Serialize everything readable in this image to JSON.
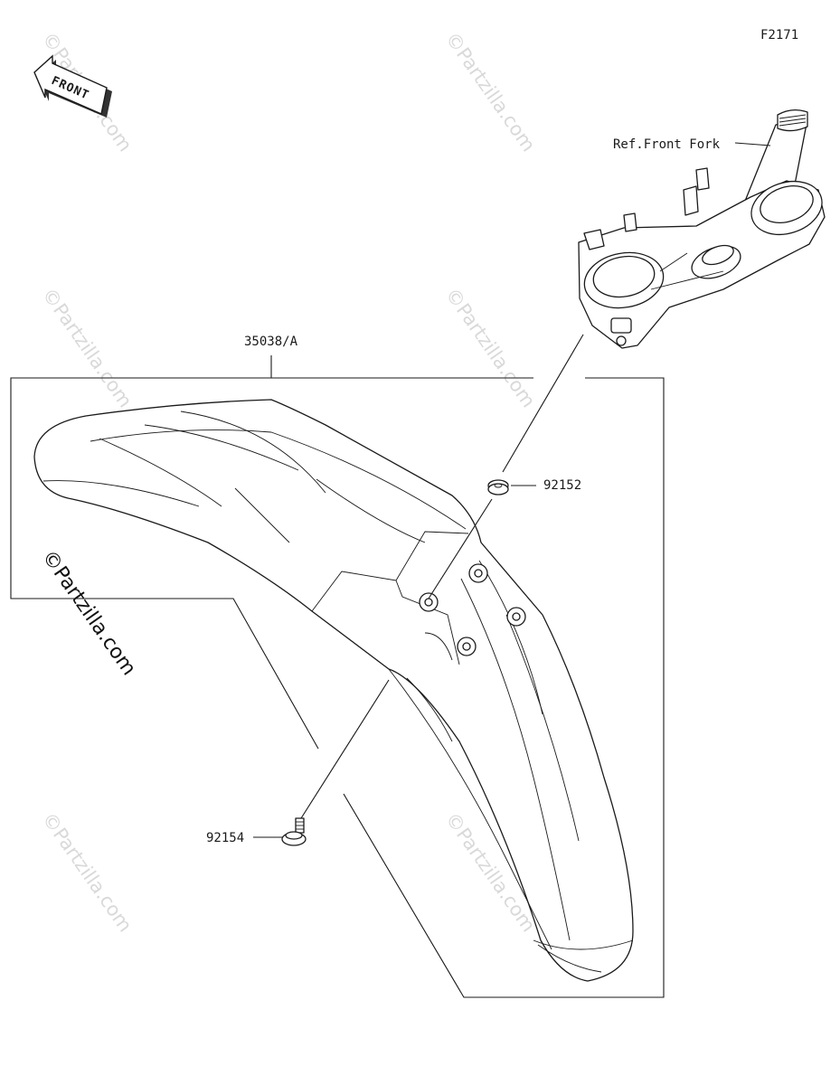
{
  "figure_code": "F2171",
  "front_badge": {
    "text": "FRONT"
  },
  "callouts": {
    "ref_front_fork": "Ref.Front Fork",
    "fender": "35038/A",
    "washer": "92152",
    "bolt": "92154"
  },
  "watermark": {
    "text": "©Partzilla.com"
  },
  "colors": {
    "line": "#1a1a1a",
    "watermark": "#d9d9d9",
    "background": "#ffffff"
  }
}
